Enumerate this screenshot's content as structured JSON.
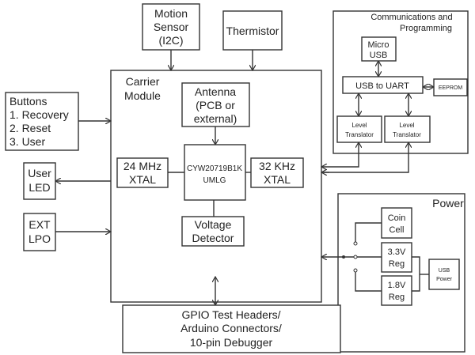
{
  "blocks": {
    "motion_sensor": [
      "Motion",
      "Sensor",
      "(I2C)"
    ],
    "thermistor": "Thermistor",
    "carrier": [
      "Carrier",
      "Module"
    ],
    "antenna": [
      "Antenna",
      "(PCB or",
      "external)"
    ],
    "chip": [
      "CYW20719B1K",
      "UMLG"
    ],
    "xtal24": [
      "24 MHz",
      "XTAL"
    ],
    "xtal32": [
      "32 KHz",
      "XTAL"
    ],
    "voltage": [
      "Voltage",
      "Detector"
    ],
    "buttons": [
      "Buttons",
      "1. Recovery",
      "2. Reset",
      "3. User"
    ],
    "user_led": [
      "User",
      "LED"
    ],
    "ext_lpo": [
      "EXT",
      "LPO"
    ],
    "gpio": [
      "GPIO Test Headers/",
      "Arduino Connectors/",
      "10-pin Debugger"
    ],
    "comms": [
      "Communications and",
      "Programming"
    ],
    "micro_usb": [
      "Micro",
      "USB"
    ],
    "usb_uart": "USB to UART",
    "eeprom": "EEPROM",
    "level1": [
      "Level",
      "Translator"
    ],
    "level2": [
      "Level",
      "Translator"
    ],
    "power": "Power",
    "coin": [
      "Coin",
      "Cell"
    ],
    "reg33": [
      "3.3V",
      "Reg"
    ],
    "reg18": [
      "1.8V",
      "Reg"
    ],
    "usb_power": [
      "USB",
      "Power"
    ]
  }
}
